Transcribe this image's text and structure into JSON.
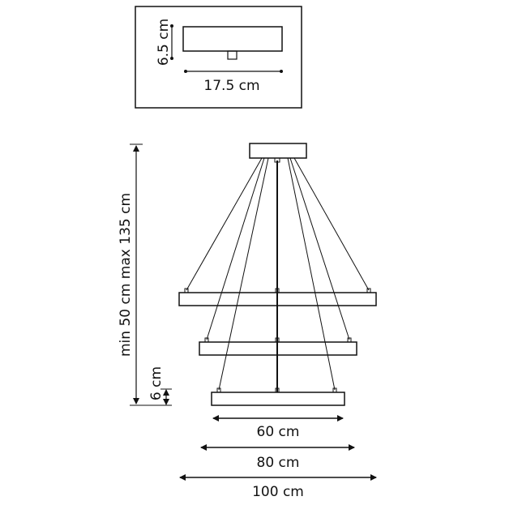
{
  "canopy_detail": {
    "height_label": "6.5 cm",
    "width_label": "17.5 cm"
  },
  "lamp": {
    "height_range_label": "min 50 cm max 135 cm",
    "ring_thickness_label": "6 cm",
    "ring_diameters": [
      "60 cm",
      "80 cm",
      "100 cm"
    ]
  },
  "colors": {
    "line": "#111111",
    "background": "#ffffff"
  }
}
